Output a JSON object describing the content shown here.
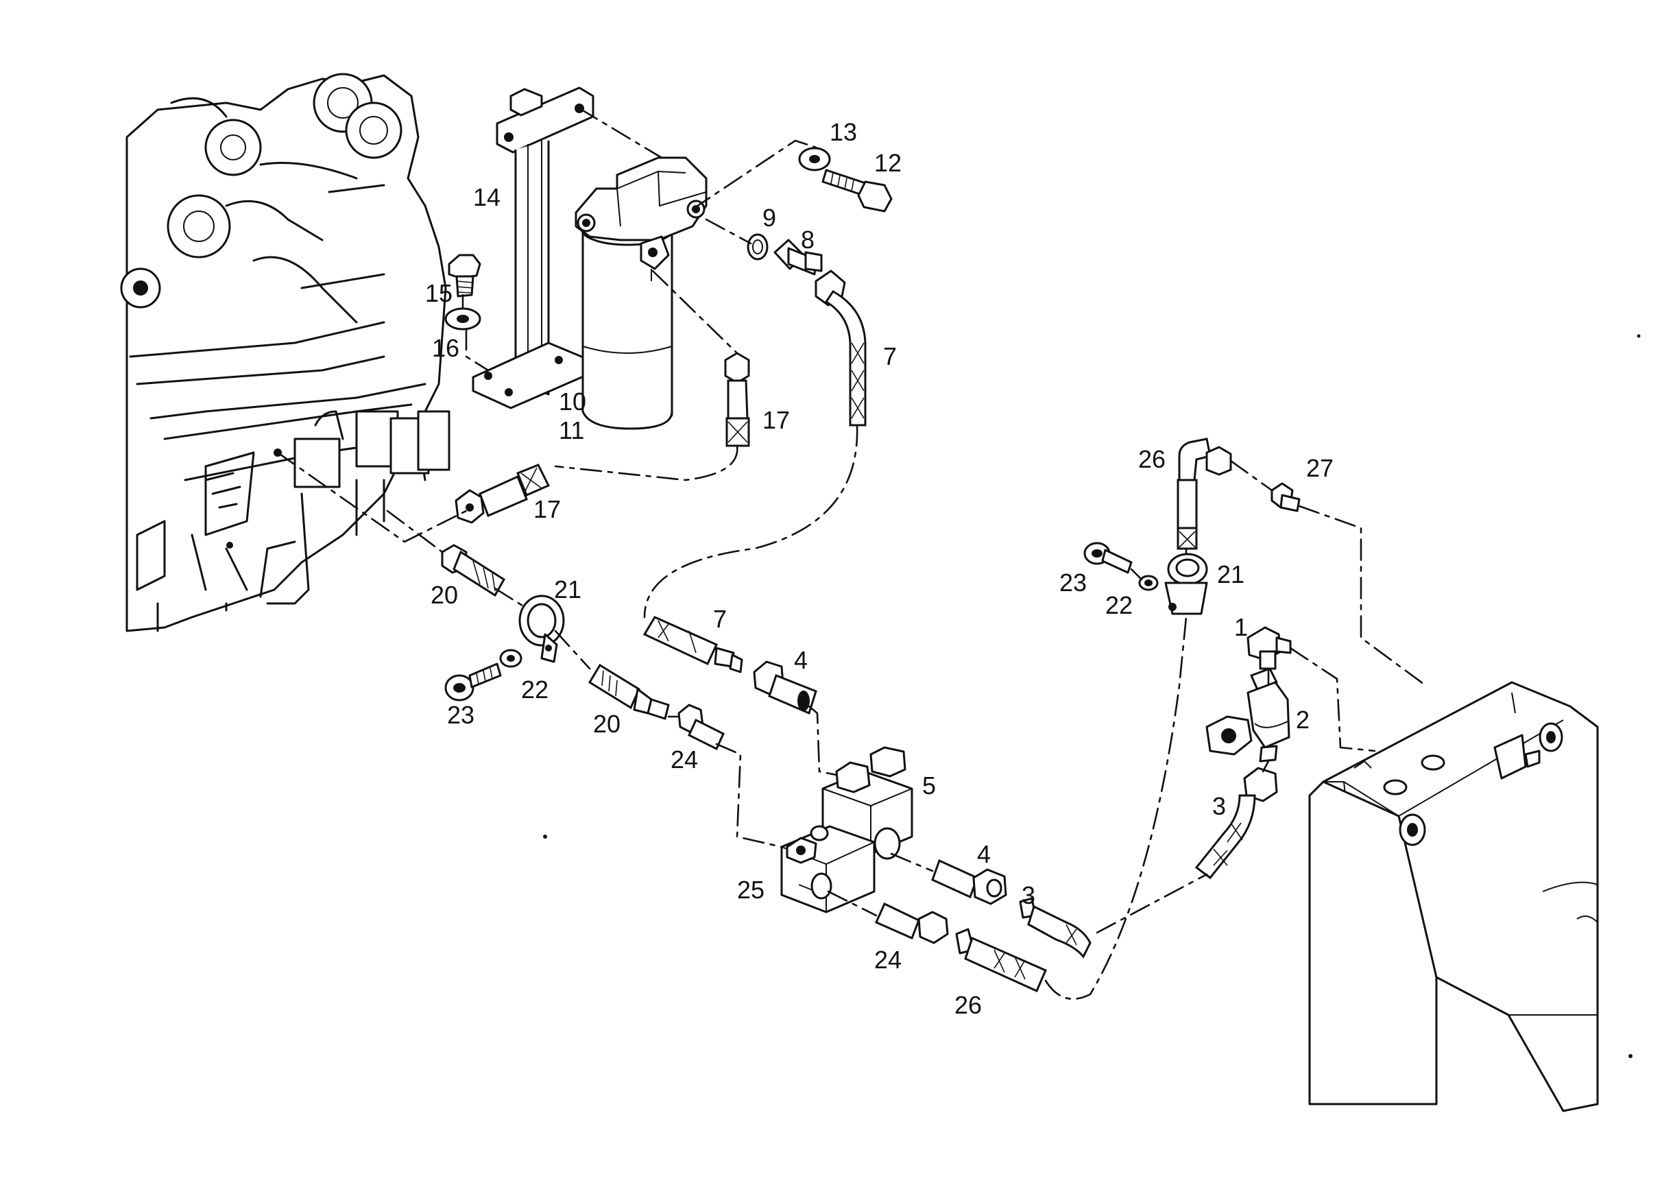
{
  "callouts": [
    {
      "id": "c1",
      "text": "1"
    },
    {
      "id": "c2",
      "text": "2"
    },
    {
      "id": "c3a",
      "text": "3"
    },
    {
      "id": "c3b",
      "text": "3"
    },
    {
      "id": "c4a",
      "text": "4"
    },
    {
      "id": "c4b",
      "text": "4"
    },
    {
      "id": "c5",
      "text": "5"
    },
    {
      "id": "c7a",
      "text": "7"
    },
    {
      "id": "c7b",
      "text": "7"
    },
    {
      "id": "c8",
      "text": "8"
    },
    {
      "id": "c9",
      "text": "9"
    },
    {
      "id": "c10",
      "text": "10"
    },
    {
      "id": "c11",
      "text": "11"
    },
    {
      "id": "c12",
      "text": "12"
    },
    {
      "id": "c13",
      "text": "13"
    },
    {
      "id": "c14",
      "text": "14"
    },
    {
      "id": "c15",
      "text": "15"
    },
    {
      "id": "c16",
      "text": "16"
    },
    {
      "id": "c17a",
      "text": "17"
    },
    {
      "id": "c17b",
      "text": "17"
    },
    {
      "id": "c20a",
      "text": "20"
    },
    {
      "id": "c20b",
      "text": "20"
    },
    {
      "id": "c21a",
      "text": "21"
    },
    {
      "id": "c21b",
      "text": "21"
    },
    {
      "id": "c22a",
      "text": "22"
    },
    {
      "id": "c22b",
      "text": "22"
    },
    {
      "id": "c23a",
      "text": "23"
    },
    {
      "id": "c23b",
      "text": "23"
    },
    {
      "id": "c24a",
      "text": "24"
    },
    {
      "id": "c24b",
      "text": "24"
    },
    {
      "id": "c25",
      "text": "25"
    },
    {
      "id": "c26a",
      "text": "26"
    },
    {
      "id": "c26b",
      "text": "26"
    },
    {
      "id": "c27",
      "text": "27"
    }
  ]
}
